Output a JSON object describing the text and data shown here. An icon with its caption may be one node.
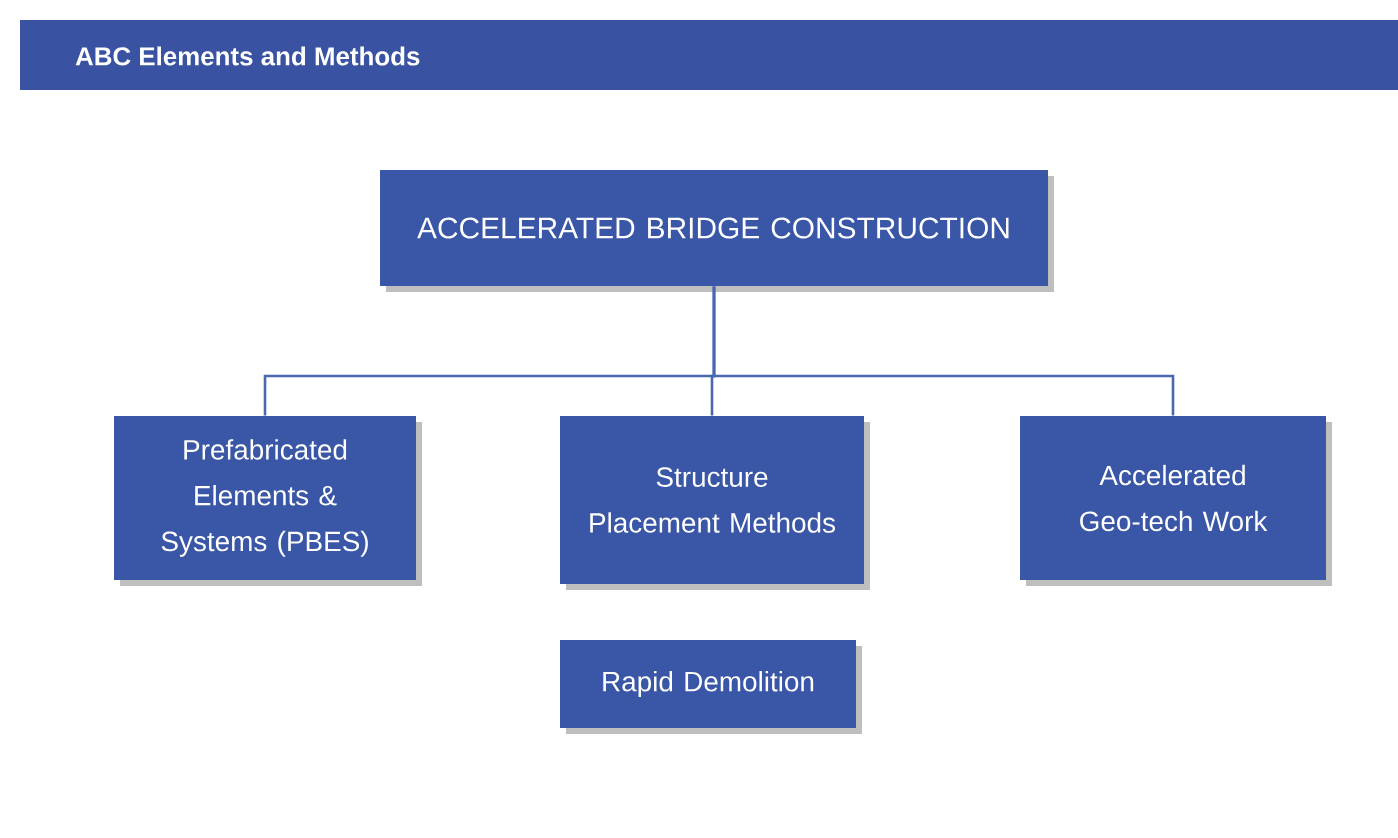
{
  "diagram": {
    "title": "ABC Elements and Methods",
    "nodes": [
      {
        "text": [
          "ACCELERATED BRIDGE CONSTRUCTION"
        ]
      },
      {
        "text": [
          "Prefabricated Elements & Systems (PBES)"
        ]
      },
      {
        "text": [
          "Structure Placement Methods"
        ]
      },
      {
        "text": [
          "Accelerated Geo-tech Work"
        ]
      },
      {
        "text": [
          "Rapid Demolition"
        ]
      }
    ],
    "edges": [
      {
        "from": 0,
        "to": 1,
        "arrow": "none"
      },
      {
        "from": 0,
        "to": 2,
        "arrow": "none"
      },
      {
        "from": 0,
        "to": 3,
        "arrow": "none"
      }
    ]
  }
}
